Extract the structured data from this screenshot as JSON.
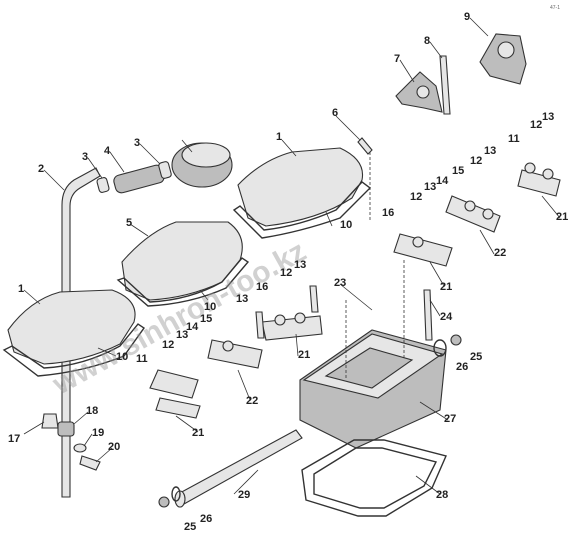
{
  "watermark": "www.sinhron-too.kz",
  "corner_mark": "47-1",
  "callouts": {
    "c1a": "1",
    "c1b": "1",
    "c2": "2",
    "c3a": "3",
    "c3b": "3",
    "c4": "4",
    "c5": "5",
    "c6": "6",
    "c7": "7",
    "c8": "8",
    "c9": "9",
    "c10a": "10",
    "c10b": "10",
    "c10c": "10",
    "c11a": "11",
    "c11b": "11",
    "c12a": "12",
    "c12b": "12",
    "c12c": "12",
    "c12d": "12",
    "c12e": "12",
    "c13a": "13",
    "c13b": "13",
    "c13c": "13",
    "c13d": "13",
    "c13e": "13",
    "c13f": "13",
    "c14a": "14",
    "c14b": "14",
    "c15a": "15",
    "c15b": "15",
    "c16a": "16",
    "c16b": "16",
    "c17": "17",
    "c18": "18",
    "c19": "19",
    "c20": "20",
    "c21a": "21",
    "c21b": "21",
    "c21c": "21",
    "c21d": "21",
    "c22a": "22",
    "c22b": "22",
    "c23": "23",
    "c24": "24",
    "c25a": "25",
    "c25b": "25",
    "c26a": "26",
    "c26b": "26",
    "c27": "27",
    "c28": "28",
    "c29": "29"
  }
}
